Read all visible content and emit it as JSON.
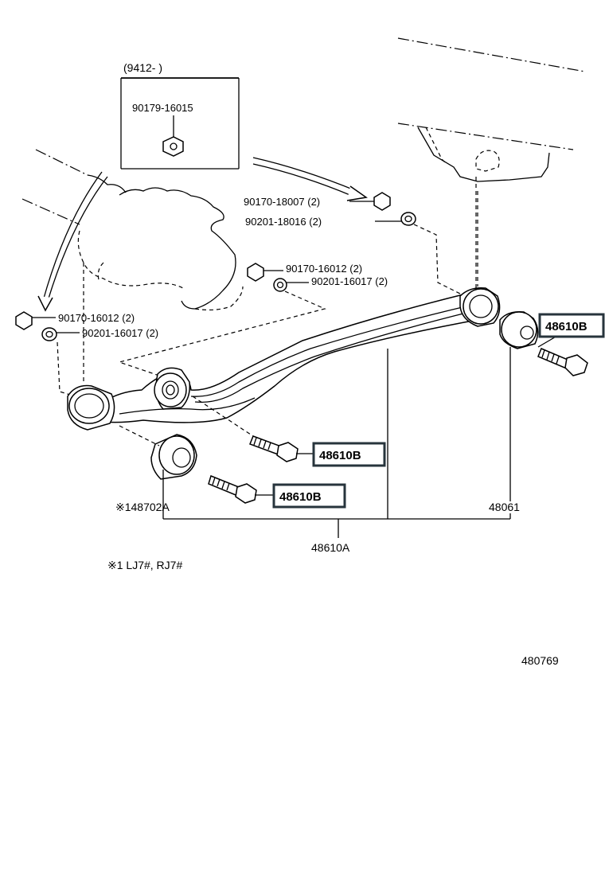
{
  "inset": {
    "date_range": "(9412-      )",
    "part": "90179-16015"
  },
  "callouts": {
    "nut_upper_right": "90170-18007 (2)",
    "washer_upper_right": "90201-18016 (2)",
    "nut_middle": "90170-16012 (2)",
    "washer_middle": "90201-16017 (2)",
    "nut_left": "90170-16012 (2)",
    "washer_left": "90201-16017 (2)",
    "bushing_left": "※148702A",
    "bushing_right": "48061",
    "arm_assembly": "48610A",
    "bolt_right": "48610B",
    "bolt_center": "48610B",
    "bolt_lower": "48610B"
  },
  "note": "※1 LJ7#, RJ7#",
  "diagram_id": "480769",
  "highlight_color": "#27343c"
}
